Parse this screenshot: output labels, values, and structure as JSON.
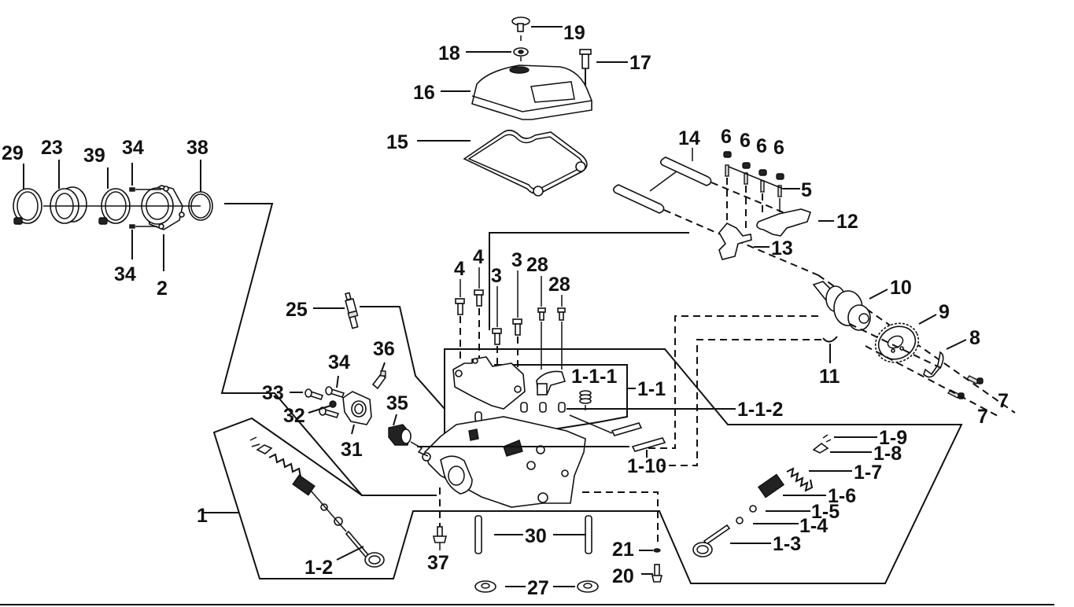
{
  "diagram": {
    "title": "Cylinder head exploded parts diagram",
    "accent_color": "#111111",
    "background_color": "#ffffff",
    "callouts": {
      "c29": "29",
      "c23": "23",
      "c39": "39",
      "c34a": "34",
      "c38": "38",
      "c34b": "34",
      "c2": "2",
      "c19": "19",
      "c18": "18",
      "c17": "17",
      "c16": "16",
      "c15": "15",
      "c14": "14",
      "c6a": "6",
      "c6b": "6",
      "c6c": "6",
      "c6d": "6",
      "c5": "5",
      "c12": "12",
      "c13": "13",
      "c10": "10",
      "c9": "9",
      "c8": "8",
      "c11": "11",
      "c7a": "7",
      "c7b": "7",
      "c4a": "4",
      "c4b": "4",
      "c3a": "3",
      "c3b": "3",
      "c28a": "28",
      "c28b": "28",
      "c1_1_1": "1-1-1",
      "c1_1": "1-1",
      "c1_1_2": "1-1-2",
      "c1_10": "1-10",
      "c25": "25",
      "c36": "36",
      "c34c": "34",
      "c33": "33",
      "c32": "32",
      "c35": "35",
      "c31": "31",
      "c1": "1",
      "c1_2": "1-2",
      "c1_9": "1-9",
      "c1_8": "1-8",
      "c1_7": "1-7",
      "c1_6": "1-6",
      "c1_5": "1-5",
      "c1_4": "1-4",
      "c1_3": "1-3",
      "c37": "37",
      "c30": "30",
      "c21": "21",
      "c20": "20",
      "c27": "27"
    }
  }
}
